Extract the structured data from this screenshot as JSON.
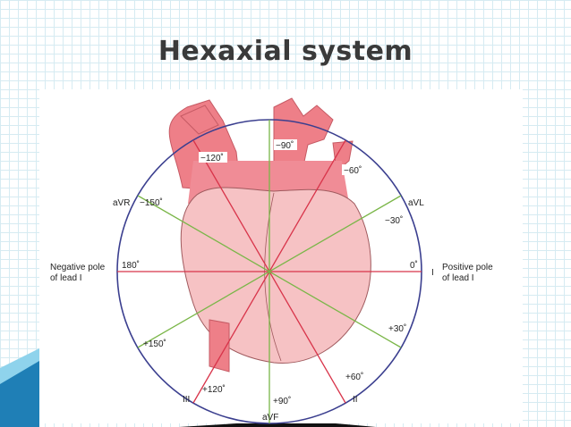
{
  "title": "Hexaxial system",
  "diagram": {
    "angle_labels": {
      "minus90": "−90˚",
      "minus120": "−120˚",
      "minus60": "−60˚",
      "minus150": "−150˚",
      "minus30": "−30˚",
      "deg180": "180˚",
      "deg0": "0˚",
      "plus30": "+30˚",
      "plus150": "+150˚",
      "plus60": "+60˚",
      "plus120": "+120˚",
      "plus90": "+90˚"
    },
    "lead_labels": {
      "avr": "aVR",
      "avl": "aVL",
      "lead_i": "I",
      "lead_ii": "II",
      "lead_iii": "III",
      "avf": "aVF"
    },
    "pole_labels": {
      "negative_line1": "Negative pole",
      "negative_line2": "of lead I",
      "positive_line1": "Positive pole",
      "positive_line2": "of lead I"
    },
    "colors": {
      "circle": "#3b3f8f",
      "red_axis": "#d8344a",
      "green_axis": "#7ab648",
      "heart_fill": "#f6c2c4",
      "vessel_fill": "#ee7f88"
    }
  }
}
